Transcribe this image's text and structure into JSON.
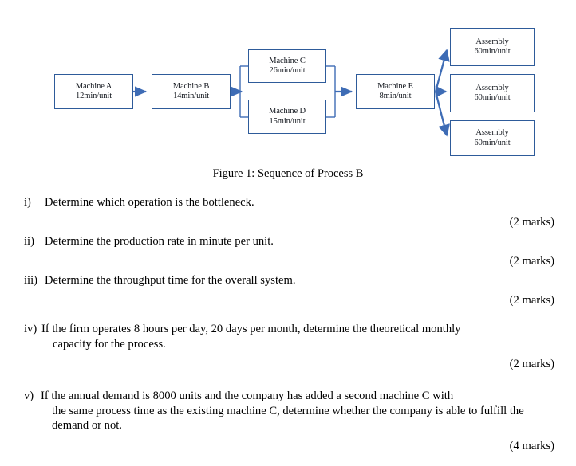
{
  "figure": {
    "caption": "Figure 1: Sequence of Process B",
    "border_color": "#2e5b9a",
    "connector_color": "#3e6cb5",
    "nodes": [
      {
        "id": "machine-a",
        "title": "Machine A",
        "rate": "12min/unit"
      },
      {
        "id": "machine-b",
        "title": "Machine B",
        "rate": "14min/unit"
      },
      {
        "id": "machine-c",
        "title": "Machine C",
        "rate": "26min/unit"
      },
      {
        "id": "machine-d",
        "title": "Machine D",
        "rate": "15min/unit"
      },
      {
        "id": "machine-e",
        "title": "Machine E",
        "rate": "8min/unit"
      },
      {
        "id": "assembly-1",
        "title": "Assembly",
        "rate": "60min/unit"
      },
      {
        "id": "assembly-2",
        "title": "Assembly",
        "rate": "60min/unit"
      },
      {
        "id": "assembly-3",
        "title": "Assembly",
        "rate": "60min/unit"
      }
    ]
  },
  "questions": [
    {
      "label": "i)",
      "text": "Determine which operation is the bottleneck.",
      "continuation": "",
      "marks": "(2 marks)"
    },
    {
      "label": "ii)",
      "text": "Determine the production rate in minute per unit.",
      "continuation": "",
      "marks": "(2 marks)"
    },
    {
      "label": "iii)",
      "text": "Determine the throughput time for the overall system.",
      "continuation": "",
      "marks": "(2 marks)"
    },
    {
      "label": "iv)",
      "text": "If the firm operates 8 hours per day, 20 days per month, determine the theoretical monthly",
      "continuation": "capacity for the process.",
      "marks": "(2 marks)"
    },
    {
      "label": "v)",
      "text": "If the annual demand is 8000 units and the company has added a second machine C with",
      "continuation": "the same process time as the existing machine C, determine whether the company is able to fulfill the demand or not.",
      "marks": "(4 marks)"
    }
  ]
}
